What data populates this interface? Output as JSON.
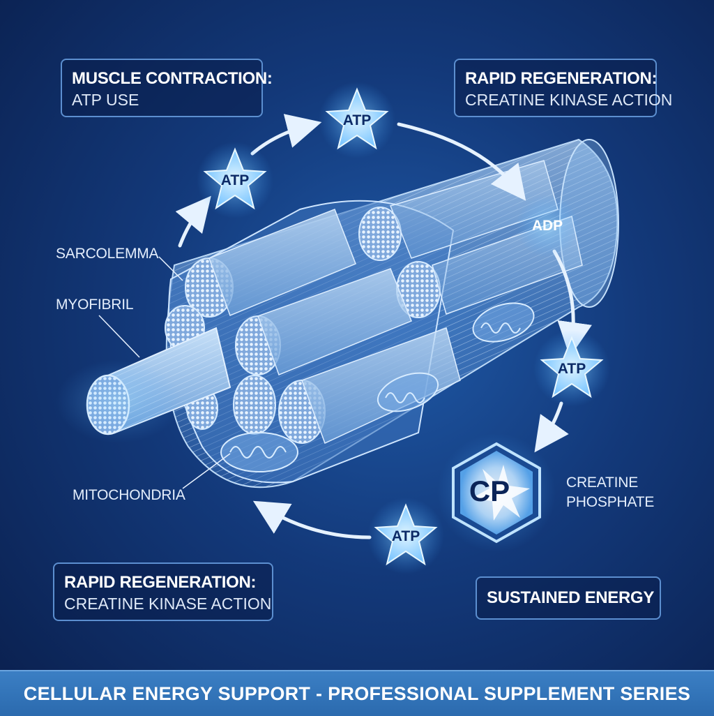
{
  "boxes": {
    "top_left": {
      "title": "MUSCLE CONTRACTION:",
      "subtitle": "ATP USE"
    },
    "top_right": {
      "title": "RAPID REGENERATION:",
      "subtitle": "CREATINE KINASE ACTION"
    },
    "bottom_left": {
      "title": "RAPID REGENERATION:",
      "subtitle": "CREATINE KINASE ACTION"
    },
    "bottom_right": {
      "title": "SUSTAINED ENERGY"
    }
  },
  "labels": {
    "sarcolemma": "SARCOLEMMA",
    "myofibril": "MYOFIBRIL",
    "mitochondria": "MITOCHONDRIA",
    "adp": "ADP",
    "creatine_line1": "CREATINE",
    "creatine_line2": "PHOSPHATE",
    "cp": "CP"
  },
  "molecules": [
    "ATP",
    "ATP",
    "ATP",
    "ATP"
  ],
  "footer": "CELLULAR ENERGY SUPPORT - PROFESSIONAL SUPPLEMENT SERIES",
  "colors": {
    "accent": "#5fb4ff",
    "background": "#13397a",
    "footer": "#3176b9"
  }
}
